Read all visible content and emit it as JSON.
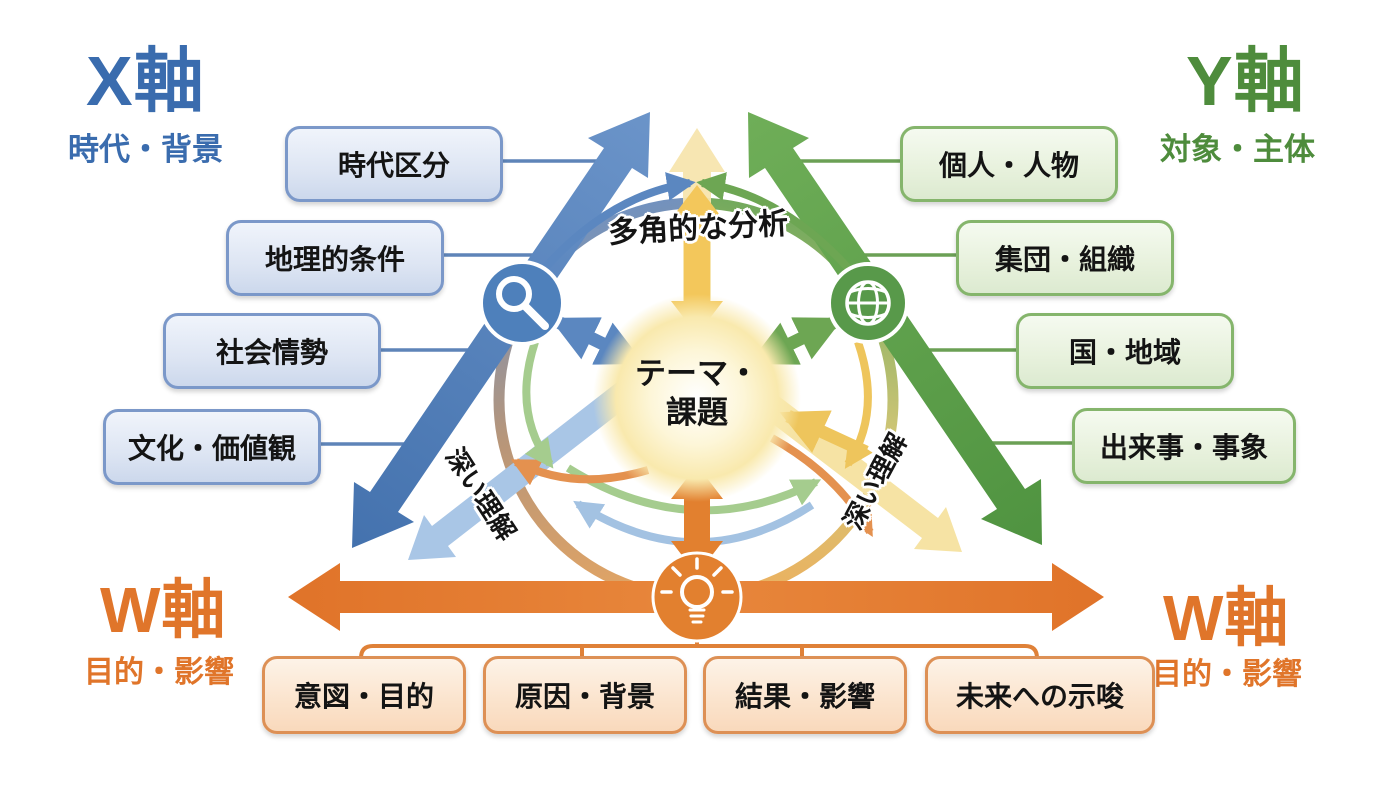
{
  "title": "多角的分析フレームワーク図",
  "axes": {
    "x": {
      "title": "X軸",
      "subtitle": "時代・背景",
      "color": "#3a6cae",
      "items": [
        "時代区分",
        "地理的条件",
        "社会情勢",
        "文化・価値観"
      ]
    },
    "y": {
      "title": "Y軸",
      "subtitle": "対象・主体",
      "color": "#4e8c3c",
      "items": [
        "個人・人物",
        "集団・組織",
        "国・地域",
        "出来事・事象"
      ]
    },
    "w": {
      "title": "W軸",
      "subtitle": "目的・影響",
      "color": "#e0752a",
      "items": [
        "意図・目的",
        "原因・背景",
        "結果・影響",
        "未来への示唆"
      ]
    }
  },
  "center": {
    "label_line1": "テーマ・",
    "label_line2": "課題"
  },
  "annotations": {
    "top": "多角的な分析",
    "left": "深い理解",
    "right": "深い理解"
  },
  "icons": [
    "search-icon",
    "globe-icon",
    "lightbulb-icon"
  ],
  "colors": {
    "blue_arrow": "#4c7db8",
    "green_arrow": "#5c9c47",
    "orange_arrow": "#e0772c",
    "cream_arrow": "#f7e5ae",
    "yellow_arrow": "#f3c75b",
    "center_glow": "#f9e9ad"
  }
}
